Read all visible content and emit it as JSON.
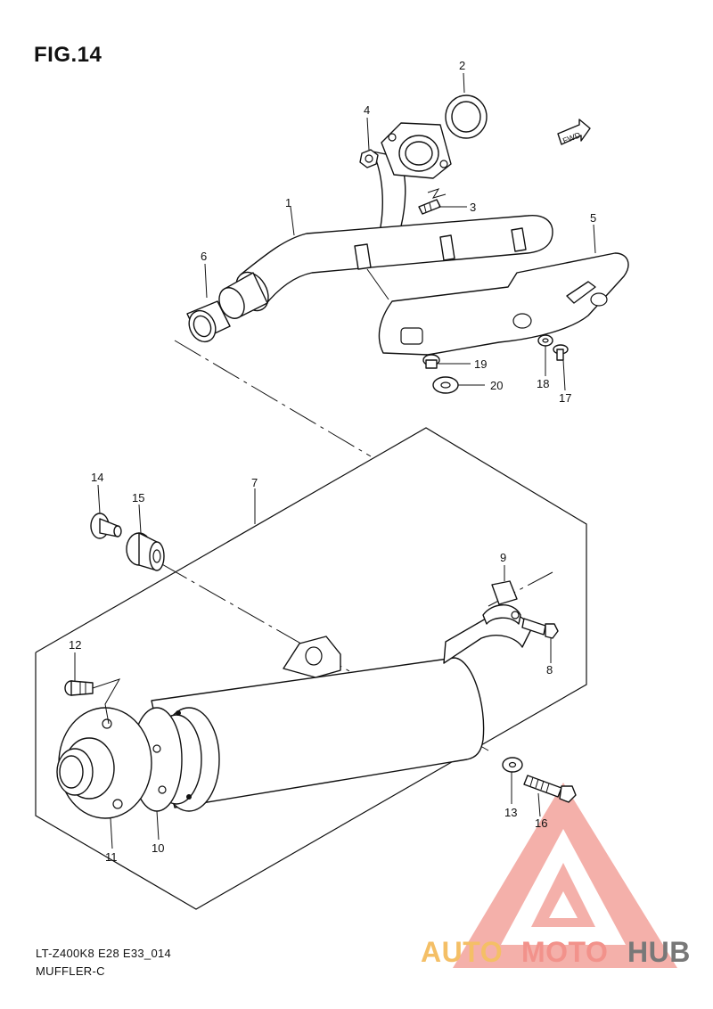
{
  "figure": {
    "title": "FIG.14",
    "model_code": "LT-Z400K8 E28 E33_014",
    "section_name": "MUFFLER-C",
    "fwd_label": "FWD"
  },
  "callouts": [
    {
      "id": "1",
      "label": "1",
      "part": "exhaust-pipe"
    },
    {
      "id": "2",
      "label": "2",
      "part": "gasket-ring"
    },
    {
      "id": "3",
      "label": "3",
      "part": "stud-bolt"
    },
    {
      "id": "4",
      "label": "4",
      "part": "flange-nut"
    },
    {
      "id": "5",
      "label": "5",
      "part": "pipe-cover"
    },
    {
      "id": "6",
      "label": "6",
      "part": "pipe-connector-gasket"
    },
    {
      "id": "7",
      "label": "7",
      "part": "muffler-assembly"
    },
    {
      "id": "8",
      "label": "8",
      "part": "clamp-bolt"
    },
    {
      "id": "9",
      "label": "9",
      "part": "pipe-clamp"
    },
    {
      "id": "10",
      "label": "10",
      "part": "end-cap"
    },
    {
      "id": "11",
      "label": "11",
      "part": "spark-arrester"
    },
    {
      "id": "12",
      "label": "12",
      "part": "cap-bolt"
    },
    {
      "id": "13",
      "label": "13",
      "part": "washer"
    },
    {
      "id": "14",
      "label": "14",
      "part": "mount-collar"
    },
    {
      "id": "15",
      "label": "15",
      "part": "mount-cushion"
    },
    {
      "id": "16",
      "label": "16",
      "part": "mount-bolt"
    },
    {
      "id": "17",
      "label": "17",
      "part": "cover-screw"
    },
    {
      "id": "18",
      "label": "18",
      "part": "cover-washer"
    },
    {
      "id": "19",
      "label": "19",
      "part": "cover-collar"
    },
    {
      "id": "20",
      "label": "20",
      "part": "cover-cushion"
    }
  ],
  "watermark": {
    "part1": "AUTO",
    "part2": "MOTO",
    "part3": "HUB",
    "color1": "#f4bf66",
    "color2": "#f2928b",
    "color3": "#787878"
  }
}
